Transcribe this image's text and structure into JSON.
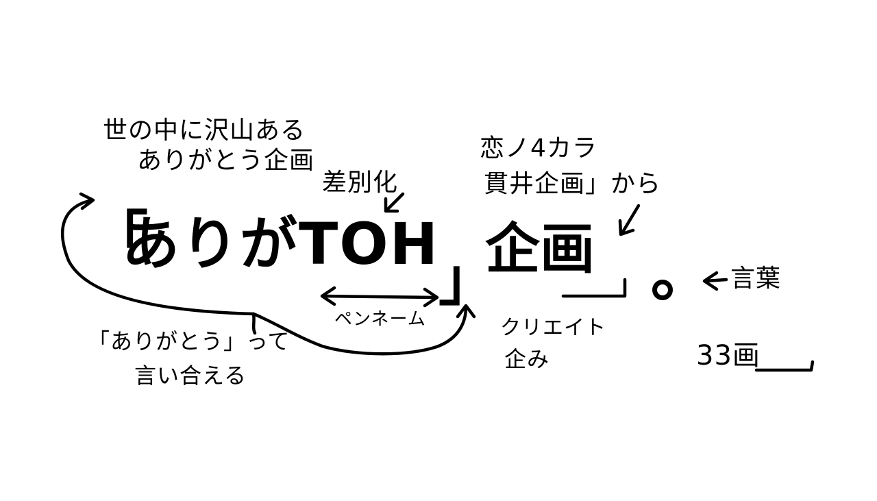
{
  "main_title": {
    "open_bracket": "「",
    "arigatoh": "ありがTOH",
    "close_bracket": "」",
    "kikaku": "企画",
    "period_symbol": "circle-period-mark"
  },
  "notes": {
    "many_projects_line1": "世の中に沢山ある",
    "many_projects_line2": "ありがとう企画",
    "differentiation": "差別化",
    "pen_name": "ペンネーム",
    "koi14_line1": "恋ノ4カラ",
    "koi14_line2": "貫井企画」から",
    "kotoba": "言葉",
    "create": "クリエイト",
    "kuwadate": "企み",
    "strokes": "33画",
    "say_thanks_line1": "「ありがとう」って",
    "say_thanks_line2": "言い合える"
  },
  "icons": {
    "arrows": "hand-drawn-arrow-icon",
    "brace": "curly-brace-icon"
  }
}
